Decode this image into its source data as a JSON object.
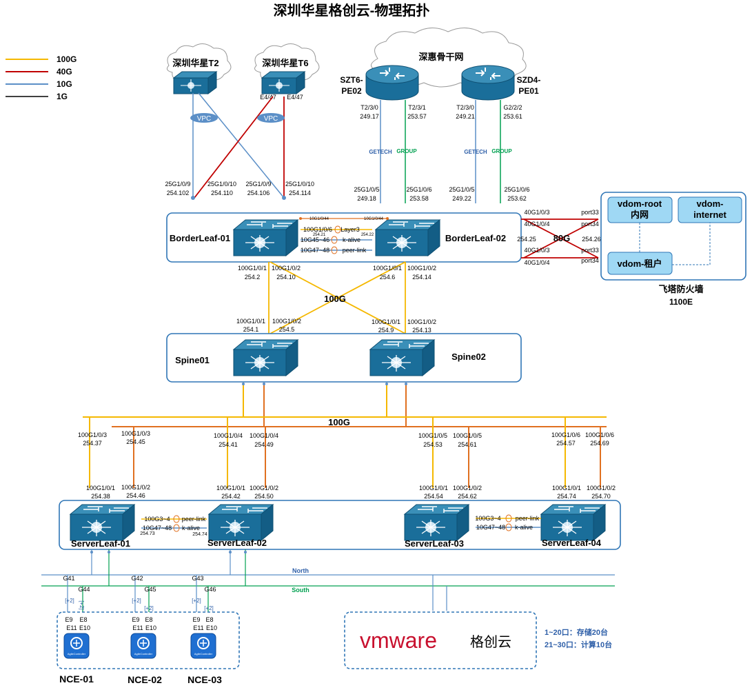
{
  "title": "深圳华星格创云-物理拓扑",
  "colors": {
    "g100": "#f5b800",
    "g40": "#c00000",
    "g10": "#5b8fc7",
    "g1": "#000000",
    "orange": "#e07020",
    "green": "#00a050",
    "box": "#2e75b6",
    "sw": "#1a6e9a",
    "accent": "#2e5fa8"
  },
  "legend": [
    {
      "label": "100G",
      "color": "#f5b800"
    },
    {
      "label": "40G",
      "color": "#c00000"
    },
    {
      "label": "10G",
      "color": "#5b8fc7"
    },
    {
      "label": "1G",
      "color": "#000000"
    }
  ],
  "clouds": {
    "t2": "深圳华星T2",
    "t6": "深圳华星T6",
    "backbone": "深惠骨干网"
  },
  "vpc": "VPC",
  "t6_ports": {
    "left": "E4/47",
    "right": "E4/47"
  },
  "routers": {
    "pe02": {
      "line1": "SZT6-",
      "line2": "PE02",
      "p1": "T2/3/0",
      "ip1": "249.17",
      "p2": "T2/3/1",
      "ip2": "253.57"
    },
    "pe01": {
      "line1": "SZD4-",
      "line2": "PE01",
      "p1": "T2/3/0",
      "ip1": "249.21",
      "p2": "G2/2/2",
      "ip2": "253.61"
    }
  },
  "links": {
    "getech": "GETECH",
    "group": "GROUP"
  },
  "border_upper_ports": [
    {
      "port": "25G1/0/9",
      "ip": "254.102"
    },
    {
      "port": "25G1/0/10",
      "ip": "254.110"
    },
    {
      "port": "25G1/0/9",
      "ip": "254.106"
    },
    {
      "port": "25G1/0/10",
      "ip": "254.114"
    },
    {
      "port": "25G1/0/5",
      "ip": "249.18"
    },
    {
      "port": "25G1/0/6",
      "ip": "253.58"
    },
    {
      "port": "25G1/0/5",
      "ip": "249.22"
    },
    {
      "port": "25G1/0/6",
      "ip": "253.62"
    }
  ],
  "borderleaf": {
    "left": "BorderLeaf-01",
    "right": "BorderLeaf-02",
    "p44a": "10G1/0/44",
    "p44b": "10G1/0/44",
    "l3port": "100G1/0/6",
    "l3": "Layer3",
    "ip21": "254.21",
    "ip22": "254.22",
    "kalive_port": "10G45~46",
    "kalive": "k-alive",
    "peer_port": "10G47~48",
    "peer": "peer-link"
  },
  "firewall_links": {
    "p1": "40G1/0/3",
    "p2": "40G1/0/4",
    "p3": "40G1/0/3",
    "p4": "40G1/0/4",
    "fp1": "port33",
    "fp2": "port34",
    "fp3": "port33",
    "fp4": "port34",
    "speed": "80G",
    "ip_l": "254.25",
    "ip_r": "254.26"
  },
  "firewall": {
    "root_l1": "vdom-root",
    "root_l2": "内网",
    "internet_l1": "vdom-",
    "internet_l2": "internet",
    "tenant": "vdom-租户",
    "name": "飞塔防火墙",
    "model": "1100E"
  },
  "bl_spine_ports": [
    {
      "port": "100G1/0/1",
      "ip": "254.2"
    },
    {
      "port": "100G1/0/2",
      "ip": "254.10"
    },
    {
      "port": "100G1/0/1",
      "ip": "254.6"
    },
    {
      "port": "100G1/0/2",
      "ip": "254.14"
    },
    {
      "port": "100G1/0/1",
      "ip": "254.1"
    },
    {
      "port": "100G1/0/2",
      "ip": "254.5"
    },
    {
      "port": "100G1/0/1",
      "ip": "254.9"
    },
    {
      "port": "100G1/0/2",
      "ip": "254.13"
    }
  ],
  "speed_100g": "100G",
  "spine": {
    "left": "Spine01",
    "right": "Spine02"
  },
  "spine_ports": [
    {
      "port": "100G1/0/3",
      "ip": "254.37"
    },
    {
      "port": "100G1/0/3",
      "ip": "254.45"
    },
    {
      "port": "100G1/0/4",
      "ip": "254.41"
    },
    {
      "port": "100G1/0/4",
      "ip": "254.49"
    },
    {
      "port": "100G1/0/5",
      "ip": "254.53"
    },
    {
      "port": "100G1/0/5",
      "ip": "254.61"
    },
    {
      "port": "100G1/0/6",
      "ip": "254.57"
    },
    {
      "port": "100G1/0/6",
      "ip": "254.69"
    }
  ],
  "leaf_ports": [
    {
      "port": "100G1/0/1",
      "ip": "254.38"
    },
    {
      "port": "100G1/0/2",
      "ip": "254.46"
    },
    {
      "port": "100G1/0/1",
      "ip": "254.42"
    },
    {
      "port": "100G1/0/2",
      "ip": "254.50"
    },
    {
      "port": "100G1/0/1",
      "ip": "254.54"
    },
    {
      "port": "100G1/0/2",
      "ip": "254.62"
    },
    {
      "port": "100G1/0/1",
      "ip": "254.74"
    },
    {
      "port": "100G1/0/2",
      "ip": "254.70"
    }
  ],
  "serverleaf": {
    "sl1": "ServerLeaf-01",
    "sl2": "ServerLeaf-02",
    "sl3": "ServerLeaf-03",
    "sl4": "ServerLeaf-04",
    "peer_port_a": "100G3~4",
    "peer_a": "peer-link",
    "kalive_port_a": "10G47~48",
    "kalive_a": "k-alive",
    "ip73": "254.73",
    "ip74": "254.74",
    "peer_port_b": "100G3~4",
    "peer_b": "peer-link",
    "kalive_port_b": "10G47~48",
    "kalive_b": "k-alive"
  },
  "buses": {
    "north": "North",
    "south": "South"
  },
  "nce_ports": [
    {
      "g1": "G41",
      "g2": "G44"
    },
    {
      "g1": "G42",
      "g2": "G45"
    },
    {
      "g1": "G43",
      "g2": "G46"
    }
  ],
  "nce_link_badge": "[+2]",
  "nce_if": {
    "e9": "E9",
    "e8": "E8",
    "e11": "E11",
    "e10": "E10"
  },
  "nce_icon_text": "AgileController",
  "nce": [
    "NCE-01",
    "NCE-02",
    "NCE-03"
  ],
  "cloud_box": {
    "brand": "vmware",
    "name": "格创云"
  },
  "notes": [
    "1~20口：存储20台",
    "21~30口：计算10台"
  ]
}
